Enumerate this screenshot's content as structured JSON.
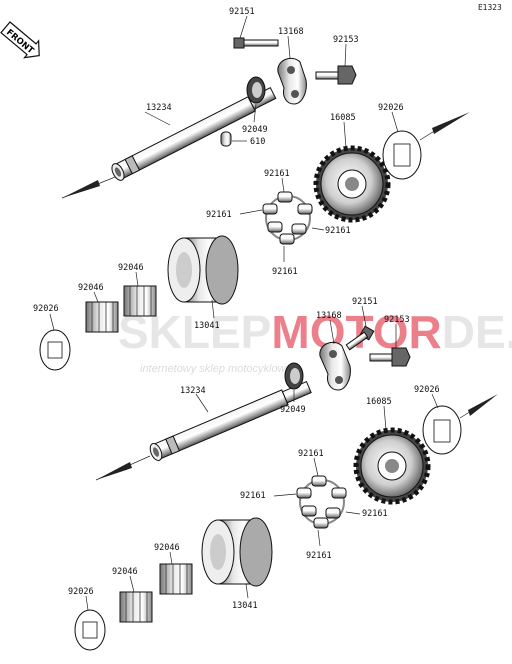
{
  "diagram_code": "E1323",
  "front_label": "FRONT",
  "watermark": {
    "brand_a": "SKLEP",
    "brand_b": "MOTOR",
    "brand_c": "DE.PL",
    "tagline": "internetowy sklep motocyklowy",
    "brand_color": "#e0182d"
  },
  "upper_assembly": {
    "bolt_top": "92151",
    "arm": "13168",
    "bolt_side": "92153",
    "shaft": "13234",
    "seal": "92049",
    "pin": "610",
    "gear": "16085",
    "washer_right": "92026",
    "roller_top": "92161",
    "roller_left": "92161",
    "roller_right": "92161",
    "roller_bottom": "92161",
    "sleeve": "13041",
    "bearing_a": "92046",
    "bearing_b": "92046",
    "washer_left": "92026"
  },
  "lower_assembly": {
    "bolt_top": "92151",
    "arm": "13168",
    "bolt_side": "92153",
    "shaft": "13234",
    "seal": "92049",
    "gear": "16085",
    "washer_right": "92026",
    "roller_top": "92161",
    "roller_left": "92161",
    "roller_right": "92161",
    "roller_bottom": "92161",
    "bearing_a": "92046",
    "bearing_b": "92046",
    "sleeve": "13041",
    "washer_left": "92026"
  }
}
